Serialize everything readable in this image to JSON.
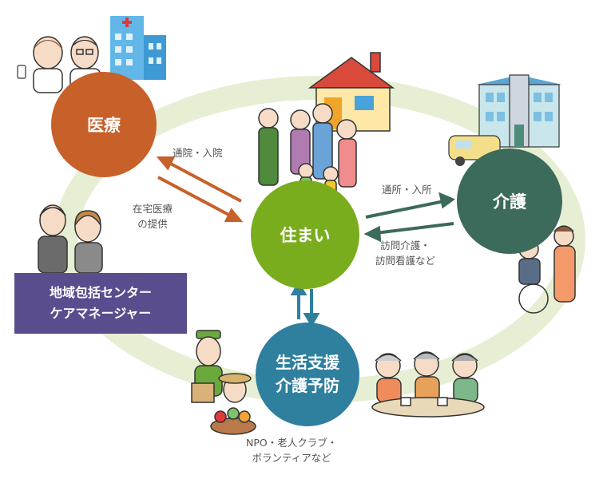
{
  "nodes": {
    "medical": "医療",
    "care": "介護",
    "home": "住まい",
    "support_line1": "生活支援",
    "support_line2": "介護予防"
  },
  "labels": {
    "visit_line1": "通院・入院",
    "homecare_line1": "在宅医療",
    "homecare_line2": "の提供",
    "daycare_line1": "通所・入所",
    "visitcare_line1": "訪問介護・",
    "visitcare_line2": "訪問看護など",
    "npo_line1": "NPO・老人クラブ・",
    "npo_line2": "ボランティアなど"
  },
  "center_box": {
    "line1": "地域包括センター",
    "line2": "ケアマネージャー"
  },
  "colors": {
    "ring": "#e6efd3",
    "medical": "#c8602a",
    "care": "#3c6a5b",
    "home": "#7aad1e",
    "support": "#2f7f9e",
    "center_box": "#5a4d8e"
  }
}
